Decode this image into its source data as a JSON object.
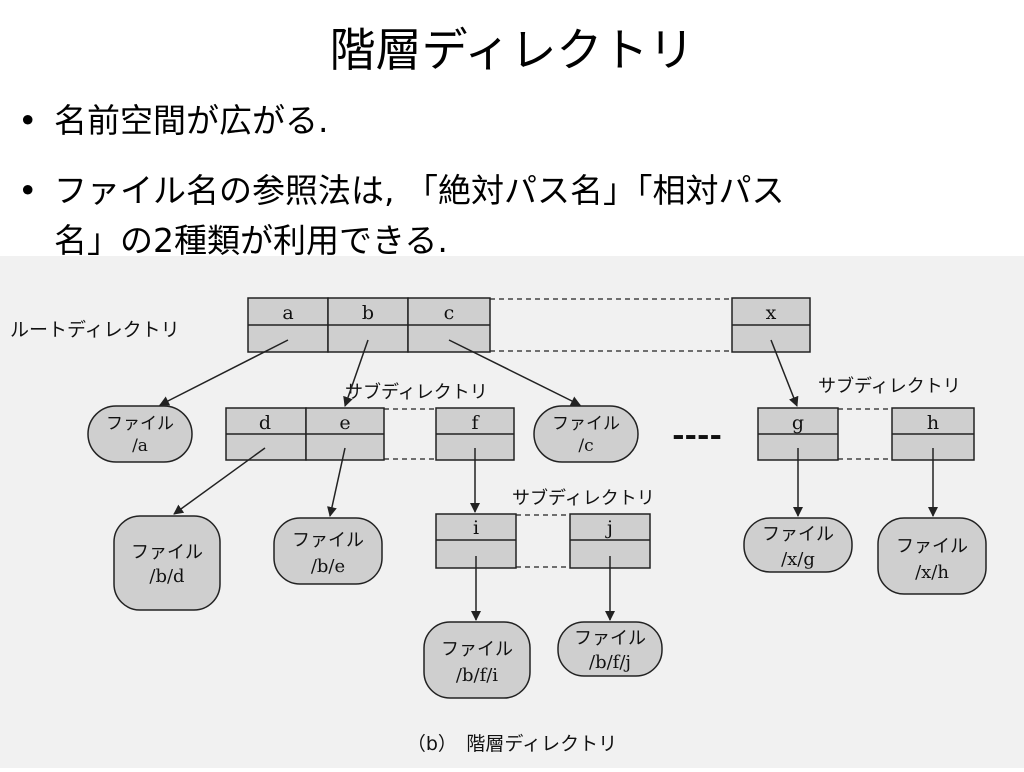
{
  "slide": {
    "title": "階層ディレクトリ",
    "bullets": [
      "名前空間が広がる.",
      "ファイル名の参照法は, 「絶対パス名」「相対パス",
      "名」の2種類が利用できる."
    ]
  },
  "diagram": {
    "root_label": "ルートディレクトリ",
    "subdir_label": "サブディレクトリ",
    "file_label": "ファイル",
    "ellipsis": "----",
    "caption": "（b）　階層ディレクトリ",
    "cells": {
      "a": "a",
      "b": "b",
      "c": "c",
      "x": "x",
      "d": "d",
      "e": "e",
      "f": "f",
      "g": "g",
      "h": "h",
      "i": "i",
      "j": "j"
    },
    "paths": {
      "a": "/a",
      "c": "/c",
      "bd": "/b/d",
      "be": "/b/e",
      "xg": "/x/g",
      "xh": "/x/h",
      "bfi": "/b/f/i",
      "bfj": "/b/f/j"
    }
  }
}
